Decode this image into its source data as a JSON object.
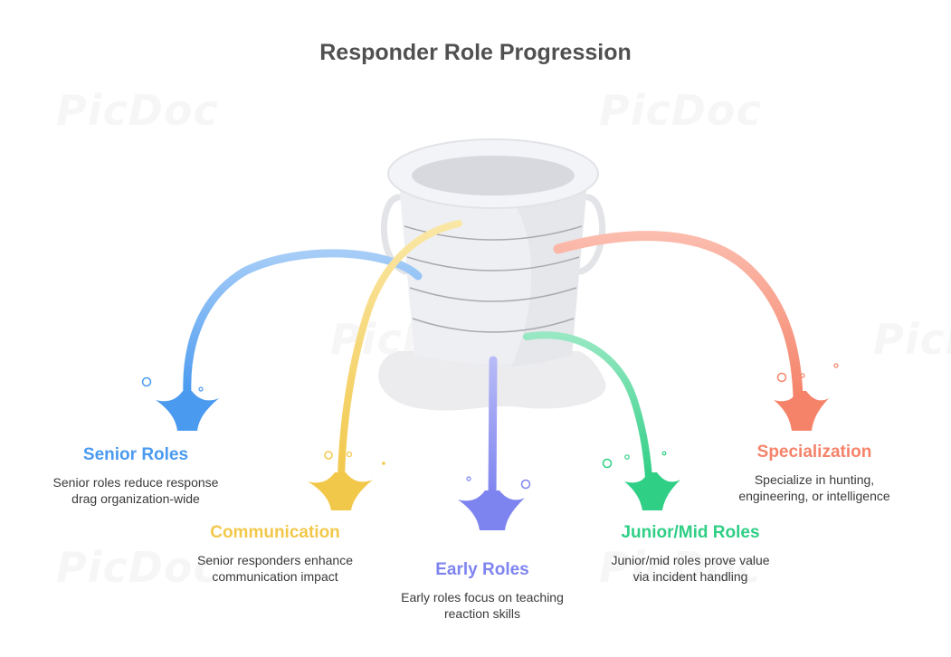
{
  "title": "Responder Role Progression",
  "watermark": "PicDoc",
  "colors": {
    "senior": "#4a9af0",
    "communication": "#f2c84b",
    "early": "#7e84ef",
    "junior": "#2fcf85",
    "specialization": "#f5836a",
    "bucket": "#eeeff3",
    "puddle": "#ececee"
  },
  "roles": {
    "senior": {
      "heading": "Senior Roles",
      "description_lines": [
        "Senior roles reduce response",
        "drag organization-wide"
      ]
    },
    "communication": {
      "heading": "Communication",
      "description_lines": [
        "Senior responders enhance",
        "communication impact"
      ]
    },
    "early": {
      "heading": "Early Roles",
      "description_lines": [
        "Early roles focus on teaching",
        "reaction skills"
      ]
    },
    "junior": {
      "heading": "Junior/Mid Roles",
      "description_lines": [
        "Junior/mid roles prove value",
        "via incident handling"
      ]
    },
    "specialization": {
      "heading": "Specialization",
      "description_lines": [
        "Specialize in hunting,",
        "engineering, or intelligence"
      ]
    }
  }
}
